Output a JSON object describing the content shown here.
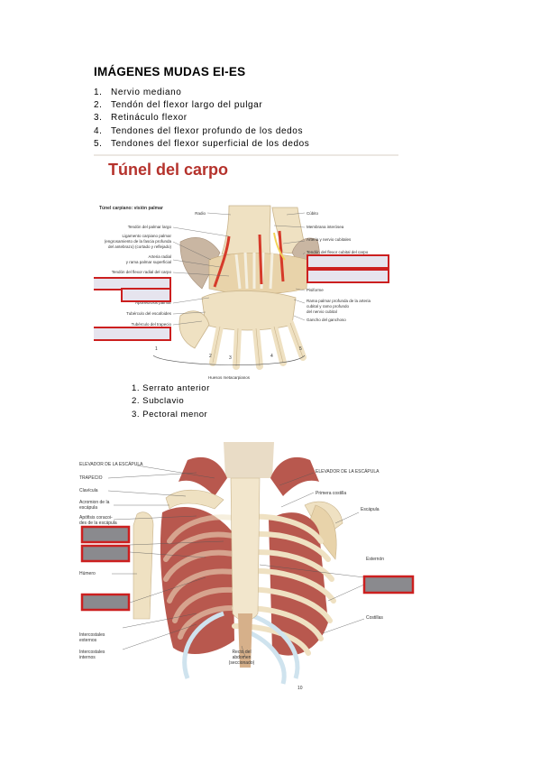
{
  "page": {
    "title": "IMÁGENES MUDAS EI-ES",
    "list1": [
      {
        "num": "1.",
        "text": "Nervio mediano"
      },
      {
        "num": "2.",
        "text": "Tendón del flexor largo del pulgar"
      },
      {
        "num": "3.",
        "text": "Retináculo flexor"
      },
      {
        "num": "4.",
        "text": "Tendones del flexor profundo de los dedos"
      },
      {
        "num": "5.",
        "text": "Tendones del flexor superficial de los dedos"
      }
    ],
    "list2": [
      "1. Serrato anterior",
      "2. Subclavio",
      "3. Pectoral menor"
    ]
  },
  "carpal_figure": {
    "header": "Túnel del carpo",
    "subtitle": "Túnel carpiano: visión palmar",
    "labels_left": [
      "Radio",
      "Tendón del palmar largo",
      "Ligamento carpiano palmar",
      "(engrosamiento de la fascia profunda",
      "del antebrazo) (cortado y reflejado)",
      "Arteria radial",
      "y rama palmar superficial",
      "Tendón del flexor radial del carpo",
      "Aponeurosis palmar",
      "Tubérculo del escafoides",
      "Tubérculo del trapecio"
    ],
    "labels_right": [
      "Cúbito",
      "Membrana interósea",
      "Arteria y nervio cubitales",
      "Tendón del flexor cubital del carpo",
      "Pisiforme",
      "Rama palmar profunda de la arteria",
      "cubital y ramo profundo",
      "del nervio cubital",
      "Gancho del ganchoso"
    ],
    "digit_numbers": [
      "1",
      "2",
      "3",
      "4",
      "5"
    ],
    "bottom_label": "Huesos metacarpianos"
  },
  "thorax_figure": {
    "labels_left": [
      "ELEVADOR DE LA ESCÁPULA",
      "TRAPECIO",
      "Clavícula",
      "Acromion de la",
      "escápula",
      "Apófisis coracoi-",
      "des de la escápula",
      "Húmero",
      "Intercostales",
      "externos",
      "Intercostales",
      "internos"
    ],
    "labels_right": [
      "ELEVADOR DE LA ESCÁPULA",
      "Primera costilla",
      "Escápula",
      "Esternón",
      "Costillas"
    ],
    "labels_bottom": [
      "Recto del",
      "abdomen",
      "(seccionado)"
    ],
    "rib_number": "10"
  },
  "colors": {
    "answer_box_border": "#cc1f1f",
    "answer_box_fill_light": "#e6e4ee",
    "answer_box_fill_dark": "#8a8a8e",
    "header_red": "#b5322c",
    "muscle": "#b8584e",
    "bone": "#efe1c2"
  }
}
